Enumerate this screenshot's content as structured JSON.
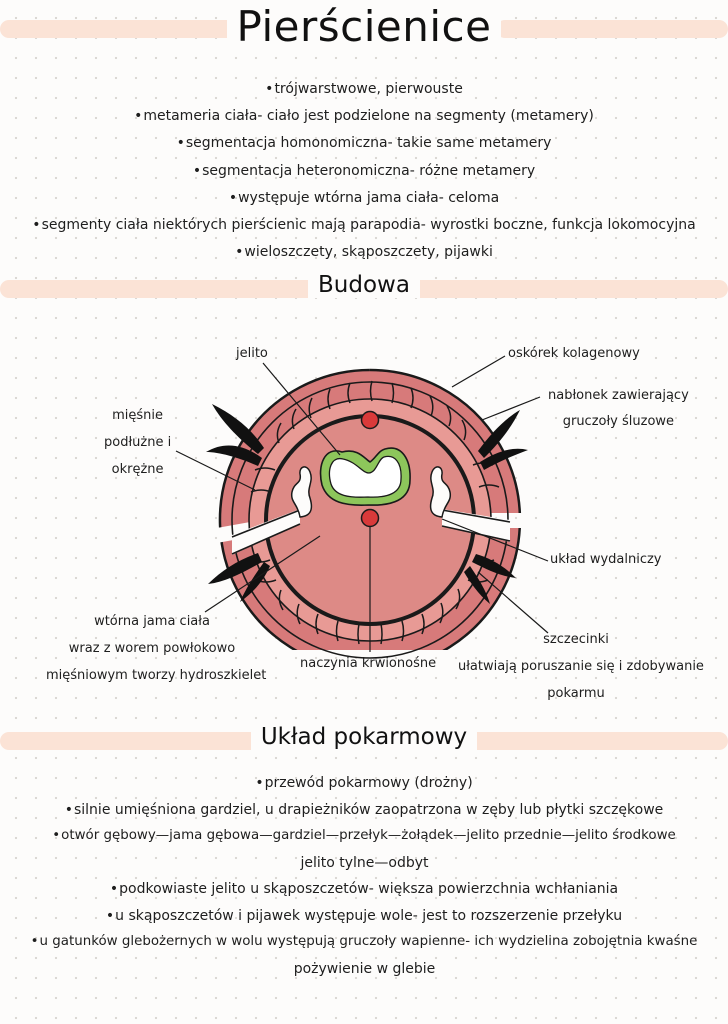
{
  "title": "Pierścienice",
  "intro": [
    "trójwarstwowe, pierwouste",
    "metameria ciała- ciało jest podzielone na segmenty (metamery)",
    "segmentacja homonomiczna- takie same metamery",
    "segmentacja heteronomiczna- różne metamery",
    "występuje wtórna jama ciała- celoma",
    "segmenty ciała niektórych pierścienic mają parapodia- wyrostki boczne, funkcja lokomocyjna",
    "wieloszczety, skąposzczety, pijawki"
  ],
  "budowa": {
    "heading": "Budowa",
    "labels": {
      "jelito": "jelito",
      "oskorek": "oskórek kolagenowy",
      "nablonek_1": "nabłonek zawierający",
      "nablonek_2": "gruczoły śluzowe",
      "miesnie_1": "mięśnie",
      "miesnie_2": "podłużne i",
      "miesnie_3": "okrężne",
      "uklad_wydalniczy": "układ wydalniczy",
      "szczecinki_1": "szczecinki",
      "szczecinki_2": "ułatwiają poruszanie się i zdobywanie",
      "szczecinki_3": "pokarmu",
      "wtorna_1": "wtórna jama ciała",
      "wtorna_2": "wraz z worem powłokowo",
      "wtorna_3": "mięśniowym tworzy hydroszkielet",
      "naczynia": "naczynia krwionośne"
    },
    "colors": {
      "body": "#d77a7a",
      "inner": "#e79b94",
      "gut": "#8dc65b",
      "vessel": "#d93a3a"
    }
  },
  "uklad_pokarmowy": {
    "heading": "Układ pokarmowy",
    "items": [
      "przewód pokarmowy (drożny)",
      "silnie umięśniona gardziel, u drapieżników zaopatrzona w zęby lub płytki szczękowe",
      "otwór gębowy—jama gębowa—gardziel—przełyk—żołądek—jelito przednie—jelito środkowe",
      "jelito tylne—odbyt",
      "podkowiaste jelito u skąposzczetów- większa powierzchnia wchłaniania",
      "u skąposzczetów i pijawek występuje wole- jest to rozszerzenie przełyku",
      "u gatunków glebożernych w wolu występują gruczoły wapienne- ich wydzielina zobojętnia kwaśne",
      "pożywienie w glebie"
    ]
  }
}
